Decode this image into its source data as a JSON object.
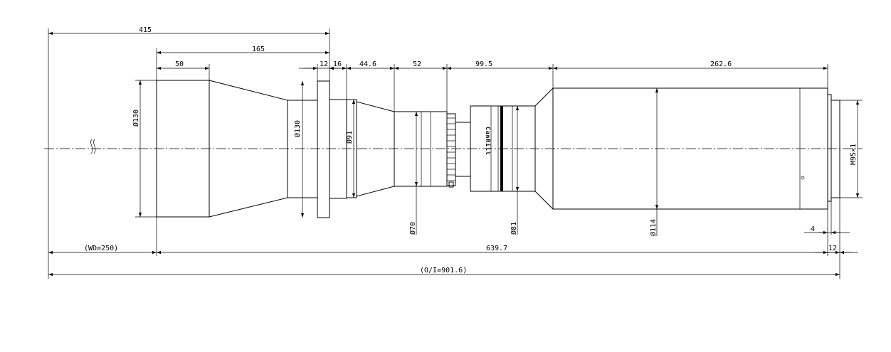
{
  "dimensions": {
    "total_front": "415",
    "front_group": "165",
    "front_barrel": "50",
    "flange": "12",
    "flange_gap": "16",
    "cone_section": "44.6",
    "mid_section": "52",
    "focus_section": "99.5",
    "rear_tube": "262.6",
    "mount_lip": "4",
    "mount_length": "12",
    "body_length": "639.7",
    "working_distance": "(WD=250)",
    "object_image": "(O/I=901.6)"
  },
  "diameters": {
    "front_barrel": "Ø130",
    "flange": "Ø130",
    "cone_front": "Ø91",
    "mid_section": "Ø70",
    "focus_ring": "Ø81",
    "rear_tube": "Ø114",
    "mount_thread": "M95×1"
  },
  "brand_text": "CanRill",
  "colors": {
    "line": "#000000",
    "background": "#ffffff"
  }
}
